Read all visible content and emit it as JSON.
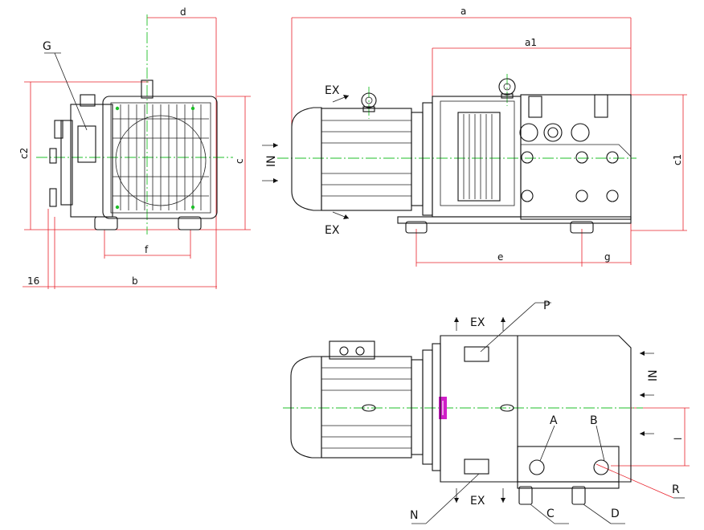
{
  "colors": {
    "outline": "#111111",
    "dimension_lines": "#e8202a",
    "center_lines": "#1fbf2a",
    "marker": "#d01fc8"
  },
  "dimensions": {
    "a": "a",
    "a1": "a1",
    "b": "b",
    "c": "c",
    "c1": "c1",
    "c2": "c2",
    "d": "d",
    "e": "e",
    "f": "f",
    "g": "g",
    "l": "l",
    "offset_16": "16"
  },
  "flow_labels": {
    "ex_top": "EX",
    "ex_bottom": "EX",
    "in_side": "IN",
    "ex_plan_top": "EX",
    "ex_plan_bottom": "EX",
    "in_plan": "IN"
  },
  "callouts": {
    "G": "G",
    "P": "P",
    "N": "N",
    "A": "A",
    "B": "B",
    "C": "C",
    "D": "D",
    "R": "R"
  }
}
